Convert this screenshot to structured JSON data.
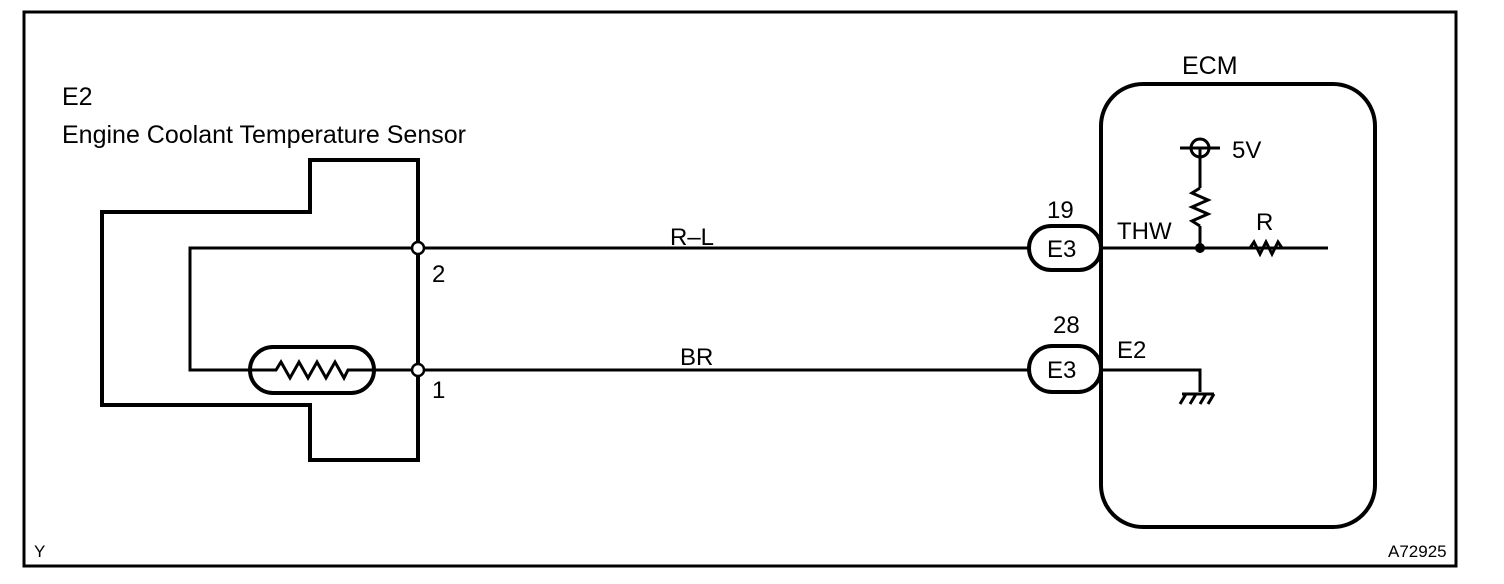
{
  "sensor": {
    "code": "E2",
    "name": "Engine Coolant Temperature Sensor",
    "pins": [
      "2",
      "1"
    ]
  },
  "wires": {
    "upper_color": "R–L",
    "lower_color": "BR"
  },
  "ecm": {
    "title": "ECM",
    "voltage": "5V",
    "resistor_label": "R",
    "connectors": [
      {
        "pin": "19",
        "connector": "E3",
        "signal": "THW"
      },
      {
        "pin": "28",
        "connector": "E3",
        "signal": "E2"
      }
    ]
  },
  "footer": {
    "left_code": "Y",
    "figure_id": "A72925"
  }
}
